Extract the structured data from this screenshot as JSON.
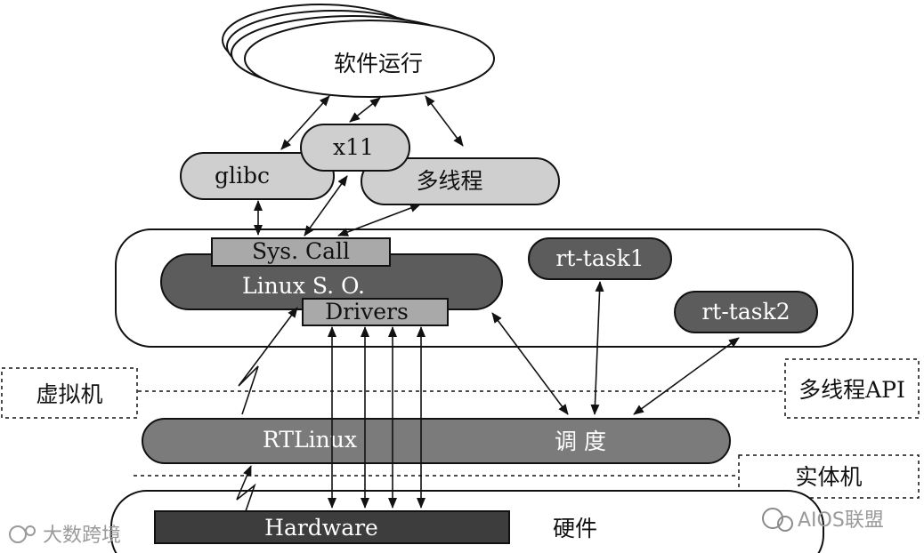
{
  "diagram": {
    "software_run": "软件运行",
    "x11": "x11",
    "glibc": "glibc",
    "multithread": "多线程",
    "sys_call": "Sys.  Call",
    "linux_so": "Linux  S. O.",
    "drivers": "Drivers",
    "rt_task1": "rt-task1",
    "rt_task2": "rt-task2",
    "virtual_machine": "虚拟机",
    "multithread_api": "多线程API",
    "rtlinux": "RTLinux",
    "scheduler": "调  度",
    "physical_machine": "实体机",
    "hardware": "Hardware",
    "hardware_cn": "硬件"
  },
  "watermarks": {
    "left": "大数跨境",
    "right": "AIOS联盟"
  },
  "colors": {
    "light_gray": "#cfcfcf",
    "mid_gray": "#a9a9a9",
    "dark_gray": "#5c5c5c",
    "rtlinux_gray": "#7b7b7b",
    "hardware_fill": "#3d3d3d"
  }
}
